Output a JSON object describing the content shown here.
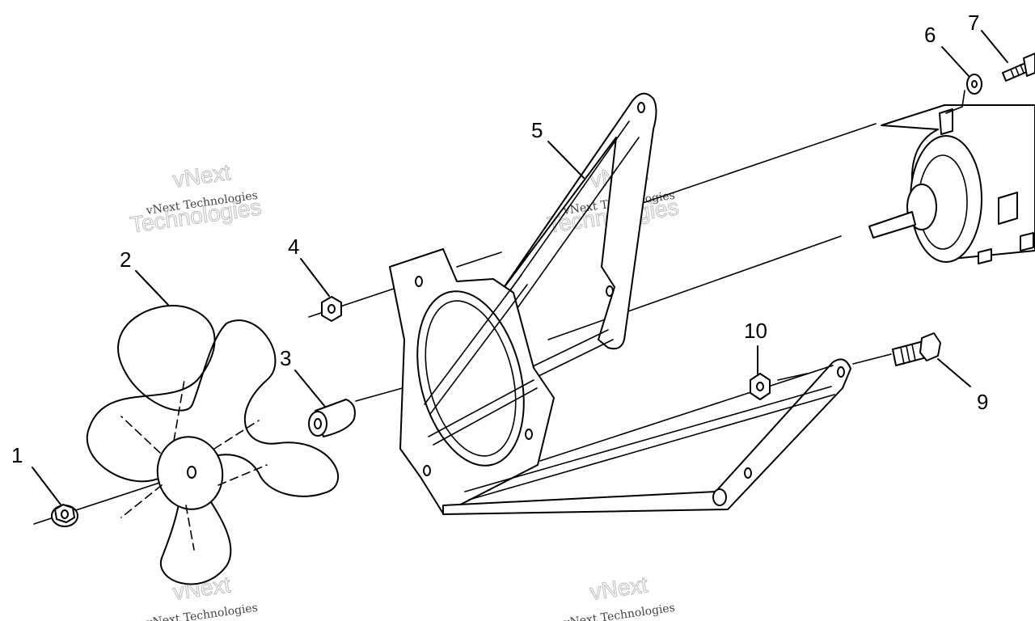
{
  "callouts": [
    {
      "id": "1",
      "text": "1"
    },
    {
      "id": "2",
      "text": "2"
    },
    {
      "id": "3",
      "text": "3"
    },
    {
      "id": "4",
      "text": "4"
    },
    {
      "id": "5",
      "text": "5"
    },
    {
      "id": "6",
      "text": "6"
    },
    {
      "id": "7",
      "text": "7"
    },
    {
      "id": "9",
      "text": "9"
    },
    {
      "id": "10",
      "text": "10"
    }
  ],
  "watermark": {
    "line_small": "vNext Technologies",
    "line_top": "vNext",
    "line_bottom": "Technologies"
  },
  "colors": {
    "ink": "#000000",
    "paper": "#ffffff",
    "watermark": "#bdbdbd"
  }
}
